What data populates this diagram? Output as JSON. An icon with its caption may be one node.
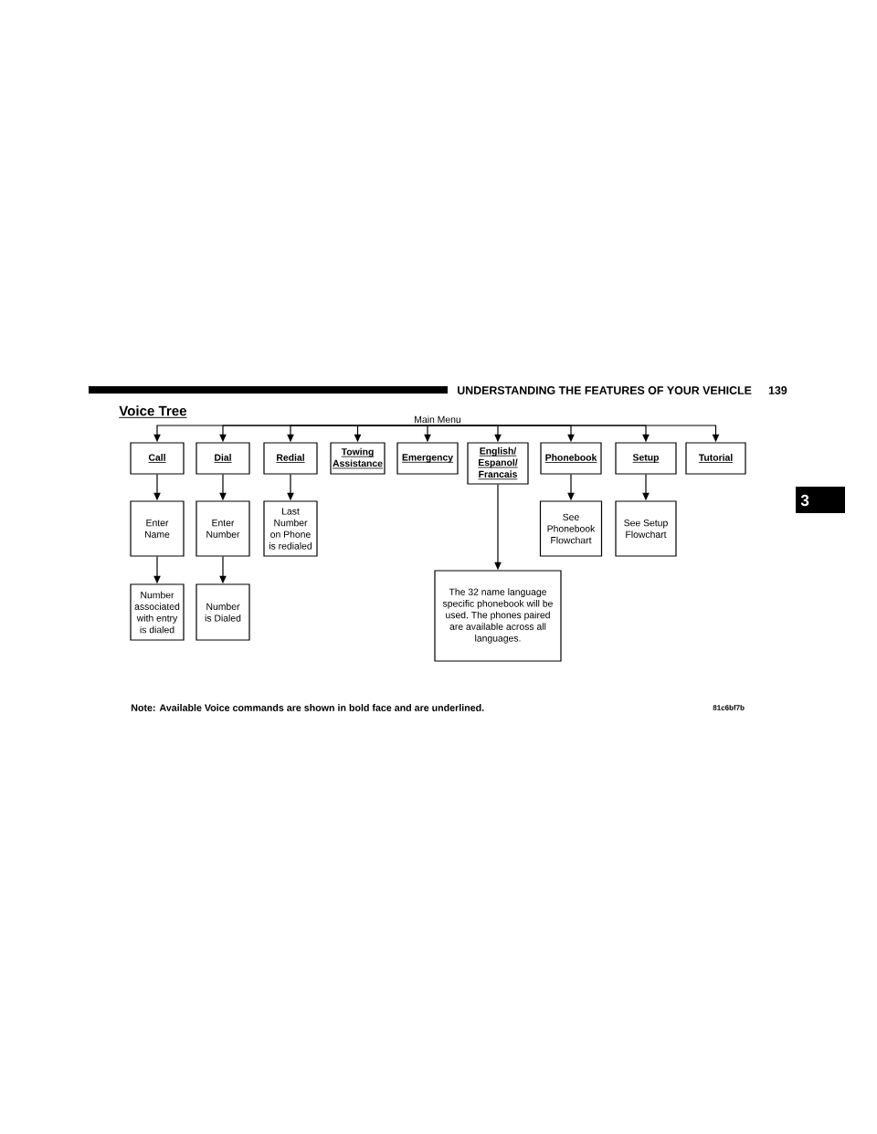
{
  "diagram": {
    "title": "Voice Tree",
    "nodes": [
      {
        "text": [
          "Main Menu"
        ]
      },
      {
        "text": [
          "Call"
        ]
      },
      {
        "text": [
          "Dial"
        ]
      },
      {
        "text": [
          "Redial"
        ]
      },
      {
        "text": [
          "Towing Assistance"
        ]
      },
      {
        "text": [
          "Emergency"
        ]
      },
      {
        "text": [
          "English/ Espanol/ Francais"
        ]
      },
      {
        "text": [
          "Phonebook"
        ]
      },
      {
        "text": [
          "Setup"
        ]
      },
      {
        "text": [
          "Tutorial"
        ]
      },
      {
        "text": [
          "Enter Name"
        ]
      },
      {
        "text": [
          "Enter Number"
        ]
      },
      {
        "text": [
          "Last Number on Phone is redialed"
        ]
      },
      {
        "text": [
          "See Phonebook Flowchart"
        ]
      },
      {
        "text": [
          "See Setup Flowchart"
        ]
      },
      {
        "text": [
          "The 32 name language specific phonebook will be used. The phones paired are available across all languages."
        ]
      },
      {
        "text": [
          "Number associated with entry is dialed"
        ]
      },
      {
        "text": [
          "Number is Dialed"
        ]
      }
    ],
    "edges": [
      {
        "from": 0,
        "to": 1,
        "arrow": "to"
      },
      {
        "from": 0,
        "to": 2,
        "arrow": "to"
      },
      {
        "from": 0,
        "to": 3,
        "arrow": "to"
      },
      {
        "from": 0,
        "to": 4,
        "arrow": "to"
      },
      {
        "from": 0,
        "to": 5,
        "arrow": "to"
      },
      {
        "from": 0,
        "to": 6,
        "arrow": "to"
      },
      {
        "from": 0,
        "to": 7,
        "arrow": "to"
      },
      {
        "from": 0,
        "to": 8,
        "arrow": "to"
      },
      {
        "from": 0,
        "to": 9,
        "arrow": "to"
      },
      {
        "from": 1,
        "to": 10,
        "arrow": "to"
      },
      {
        "from": 2,
        "to": 11,
        "arrow": "to"
      },
      {
        "from": 3,
        "to": 12,
        "arrow": "to"
      },
      {
        "from": 6,
        "to": 15,
        "arrow": "to"
      },
      {
        "from": 7,
        "to": 13,
        "arrow": "to"
      },
      {
        "from": 8,
        "to": 14,
        "arrow": "to"
      },
      {
        "from": 10,
        "to": 16,
        "arrow": "to"
      },
      {
        "from": 11,
        "to": 17,
        "arrow": "to"
      }
    ],
    "labels": [
      "UNDERSTANDING THE FEATURES OF YOUR VEHICLE",
      "139",
      "3",
      "Note: Available Voice commands are shown in bold face and are underlined.",
      "81c6bf7b"
    ]
  }
}
